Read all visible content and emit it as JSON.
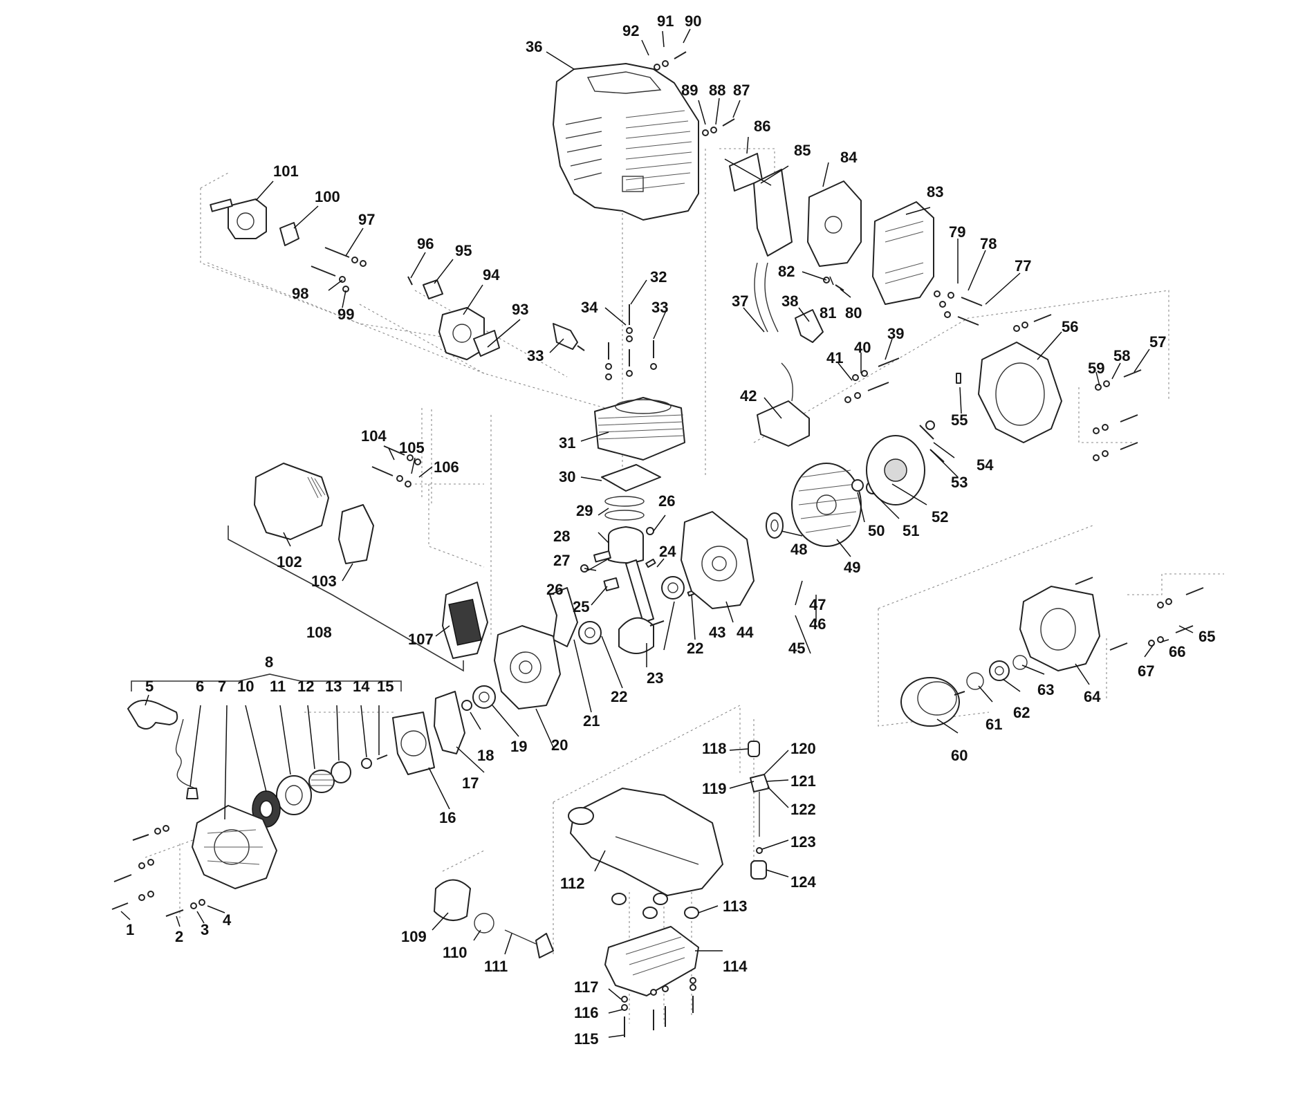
{
  "callouts": [
    "1",
    "2",
    "3",
    "4",
    "5",
    "6",
    "7",
    "8",
    "10",
    "11",
    "12",
    "13",
    "14",
    "15",
    "16",
    "17",
    "18",
    "19",
    "20",
    "21",
    "22",
    "22",
    "23",
    "24",
    "25",
    "26",
    "26",
    "27",
    "28",
    "29",
    "30",
    "31",
    "32",
    "33",
    "33",
    "34",
    "36",
    "37",
    "38",
    "39",
    "40",
    "41",
    "42",
    "43",
    "44",
    "45",
    "46",
    "47",
    "48",
    "49",
    "50",
    "51",
    "52",
    "53",
    "54",
    "55",
    "56",
    "57",
    "58",
    "59",
    "60",
    "61",
    "62",
    "63",
    "64",
    "65",
    "66",
    "67",
    "77",
    "78",
    "79",
    "80",
    "81",
    "82",
    "83",
    "84",
    "85",
    "86",
    "87",
    "88",
    "89",
    "90",
    "91",
    "92",
    "93",
    "94",
    "95",
    "96",
    "97",
    "98",
    "99",
    "100",
    "101",
    "102",
    "103",
    "104",
    "105",
    "106",
    "107",
    "108",
    "109",
    "110",
    "111",
    "112",
    "113",
    "114",
    "115",
    "116",
    "117",
    "118",
    "119",
    "120",
    "121",
    "122",
    "123",
    "124"
  ]
}
